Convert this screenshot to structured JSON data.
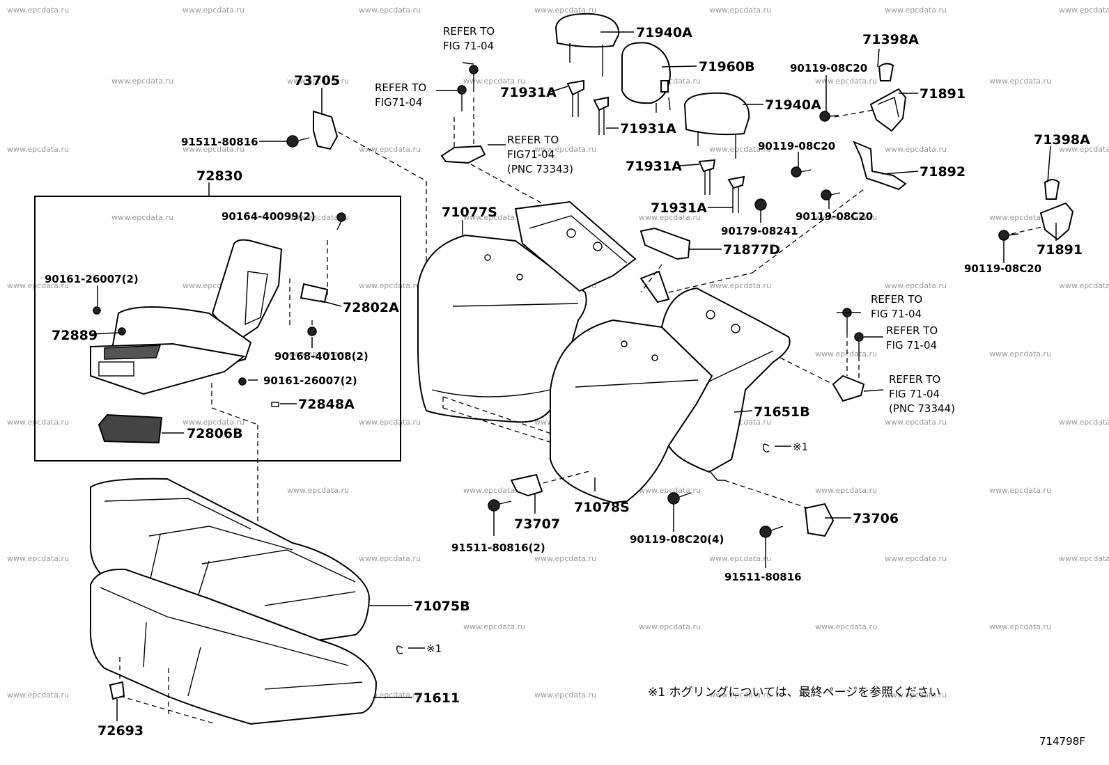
{
  "figure_id": "714798F",
  "note": "※1 ホグリングについては、最終ページを参照ください",
  "watermark": "www.epcdata.ru",
  "ring_mark": "※1",
  "refer_to": "REFER TO",
  "fig_ref": "FIG71-04",
  "fig_ref_spaced": "FIG 71-04",
  "pnc_73343": "(PNC 73343)",
  "pnc_73344": "(PNC 73344)",
  "parts": {
    "p71940A_a": "71940A",
    "p71960B": "71960B",
    "p71940A_b": "71940A",
    "p71398A_a": "71398A",
    "p90119_08C20_a": "90119-08C20",
    "p71891_a": "71891",
    "p71931A_a": "71931A",
    "p71931A_b": "71931A",
    "p71931A_c": "71931A",
    "p71931A_d": "71931A",
    "p90119_08C20_b": "90119-08C20",
    "p71892": "71892",
    "p90119_08C20_c": "90119-08C20",
    "p71398A_b": "71398A",
    "p71891_b": "71891",
    "p90119_08C20_d": "90119-08C20",
    "p90179_08241": "90179-08241",
    "p71877D": "71877D",
    "p73705": "73705",
    "p91511_80816_a": "91511-80816",
    "p72830": "72830",
    "p90164_40099": "90164-40099(2)",
    "p90161_26007_a": "90161-26007(2)",
    "p72802A": "72802A",
    "p72889": "72889",
    "p90168_40108": "90168-40108(2)",
    "p90161_26007_b": "90161-26007(2)",
    "p72848A": "72848A",
    "p72806B": "72806B",
    "p71077S": "71077S",
    "p71651B": "71651B",
    "p73707": "73707",
    "p71078S": "71078S",
    "p91511_80816_2": "91511-80816(2)",
    "p90119_08C20_4": "90119-08C20(4)",
    "p73706": "73706",
    "p91511_80816_b": "91511-80816",
    "p71075B": "71075B",
    "p71611": "71611",
    "p72693": "72693"
  }
}
